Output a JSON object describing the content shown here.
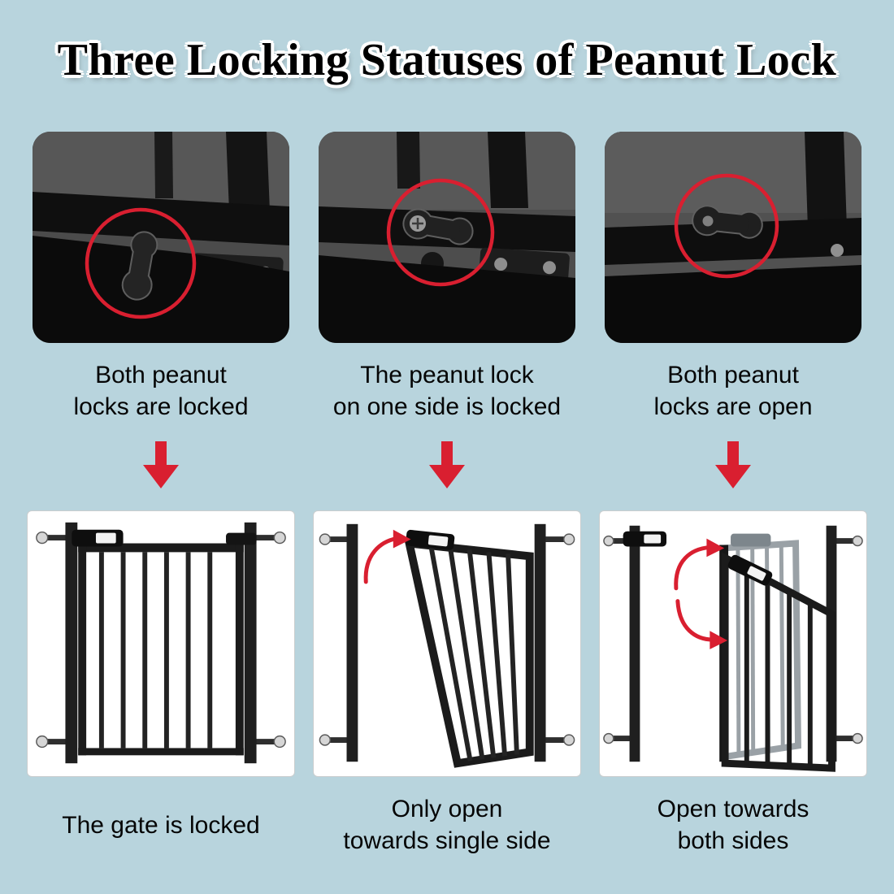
{
  "title": "Three Locking Statuses of  Peanut Lock",
  "colors": {
    "bg": "#b8d4dd",
    "accent_red": "#d91f30",
    "text": "#050505",
    "photo_dark": "#0b0b0b",
    "panel_bg": "#ffffff"
  },
  "columns": [
    {
      "top_caption": [
        "Both peanut",
        "locks are locked"
      ],
      "bottom_caption": [
        "The gate is locked"
      ]
    },
    {
      "top_caption": [
        "The peanut lock",
        "on one side is locked"
      ],
      "bottom_caption": [
        "Only open",
        "towards single side"
      ]
    },
    {
      "top_caption": [
        "Both peanut",
        "locks are open"
      ],
      "bottom_caption": [
        "Open towards",
        "both sides"
      ]
    }
  ]
}
